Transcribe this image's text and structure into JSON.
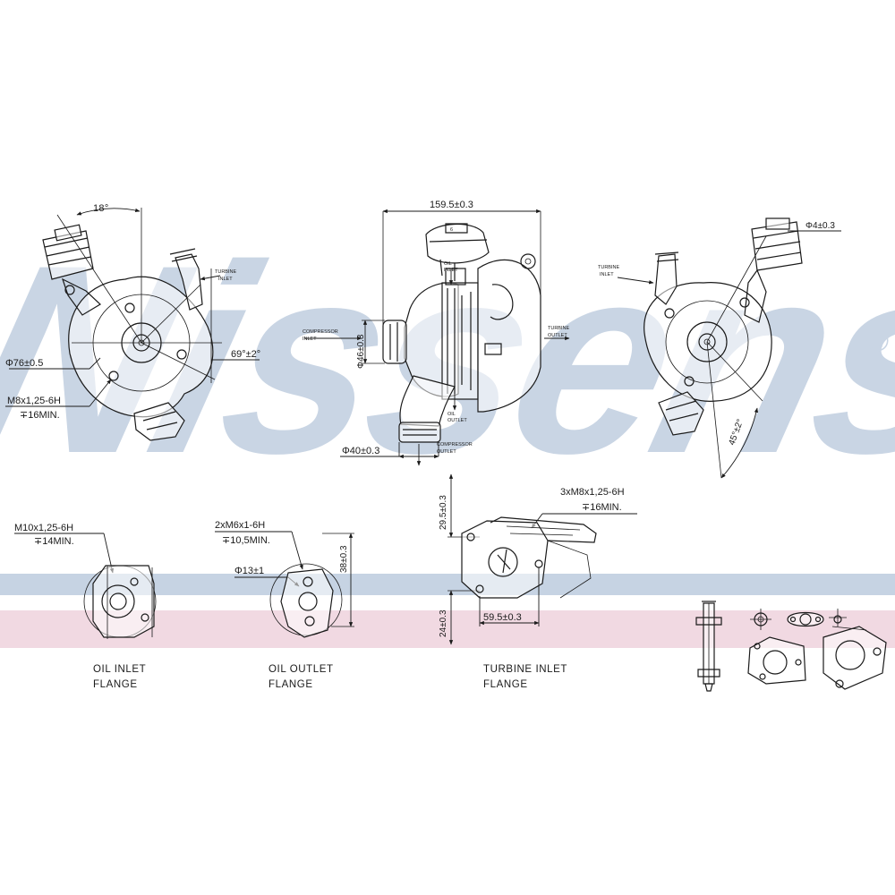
{
  "brand": {
    "watermark": "Nissens",
    "registered": "®",
    "colors": {
      "watermark": "#c9d5e4",
      "band_blue": "#c6d3e3",
      "band_pink": "#f1d9e2",
      "line": "#1a1a1a"
    }
  },
  "views": {
    "left": {
      "angle": "18°",
      "diameter": "Φ76±0.5",
      "angle2": "69°±2°",
      "thread_label": "M8x1,25-6H",
      "depth_label": "∓16MIN.",
      "port_label": [
        "TURBINE",
        "INLET"
      ]
    },
    "center": {
      "width": "159.5±0.3",
      "compressor_inlet": [
        "COMPRESSOR",
        "INLET"
      ],
      "inlet_diameter": "Φ46±0.3",
      "turbine_outlet": [
        "TURBINE",
        "OUTLET"
      ],
      "oil_inlet": [
        "OIL",
        "INLET"
      ],
      "oil_outlet": [
        "OIL",
        "OUTLET"
      ],
      "outlet_diameter": "Φ40±0.3",
      "compressor_outlet": [
        "COMPRESSOR",
        "OUTLET"
      ]
    },
    "right": {
      "port_label": [
        "TURBINE",
        "INLET"
      ],
      "diameter": "Φ4±0.3",
      "angle": "45°±2°"
    }
  },
  "flanges": {
    "oil_inlet": {
      "thread": "M10x1,25-6H",
      "depth": "∓14MIN.",
      "caption": [
        "OIL INLET",
        "FLANGE"
      ]
    },
    "oil_outlet": {
      "thread": "2xM6x1-6H",
      "depth": "∓10,5MIN.",
      "diameter": "Φ13±1",
      "height": "38±0.3",
      "caption": [
        "OIL OUTLET",
        "FLANGE"
      ]
    },
    "turbine_inlet": {
      "thread": "3xM8x1,25-6H",
      "depth": "∓16MIN.",
      "height_top": "29.5±0.3",
      "height_bottom": "24±0.3",
      "width": "59.5±0.3",
      "caption": [
        "TURBINE INLET",
        "FLANGE"
      ]
    }
  }
}
